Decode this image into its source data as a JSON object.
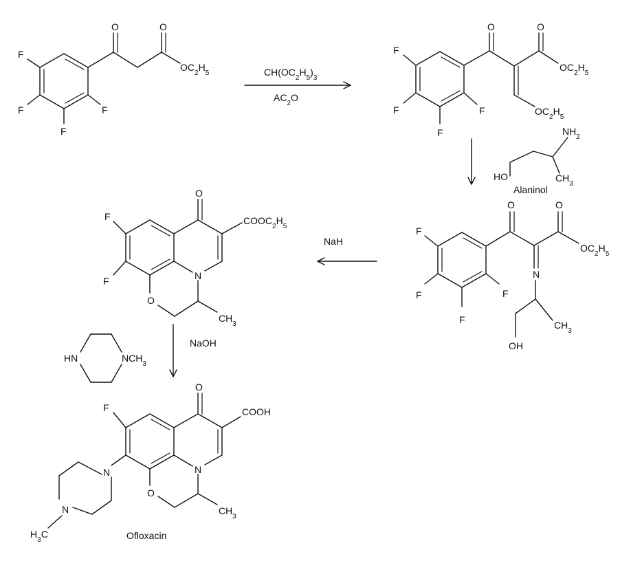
{
  "scheme": {
    "reagents": {
      "step1_top": "CH(OC2H5)3",
      "step1_bottom": "AC2O",
      "step2_label": "Alaninol",
      "step3": "NaH",
      "step4": "NaOH"
    },
    "compound_labels": {
      "final": "Ofloxacin"
    },
    "atoms": {
      "F": "F",
      "O": "O",
      "N": "N",
      "HO": "HO",
      "OH": "OH",
      "HN": "HN",
      "NCH3": "NCH3",
      "H3C": "H3C",
      "CH3": "CH3",
      "NH2": "NH2",
      "OC2H5": "OC2H5",
      "COOC2H5": "COOC2H5",
      "COOH": "COOH"
    }
  }
}
